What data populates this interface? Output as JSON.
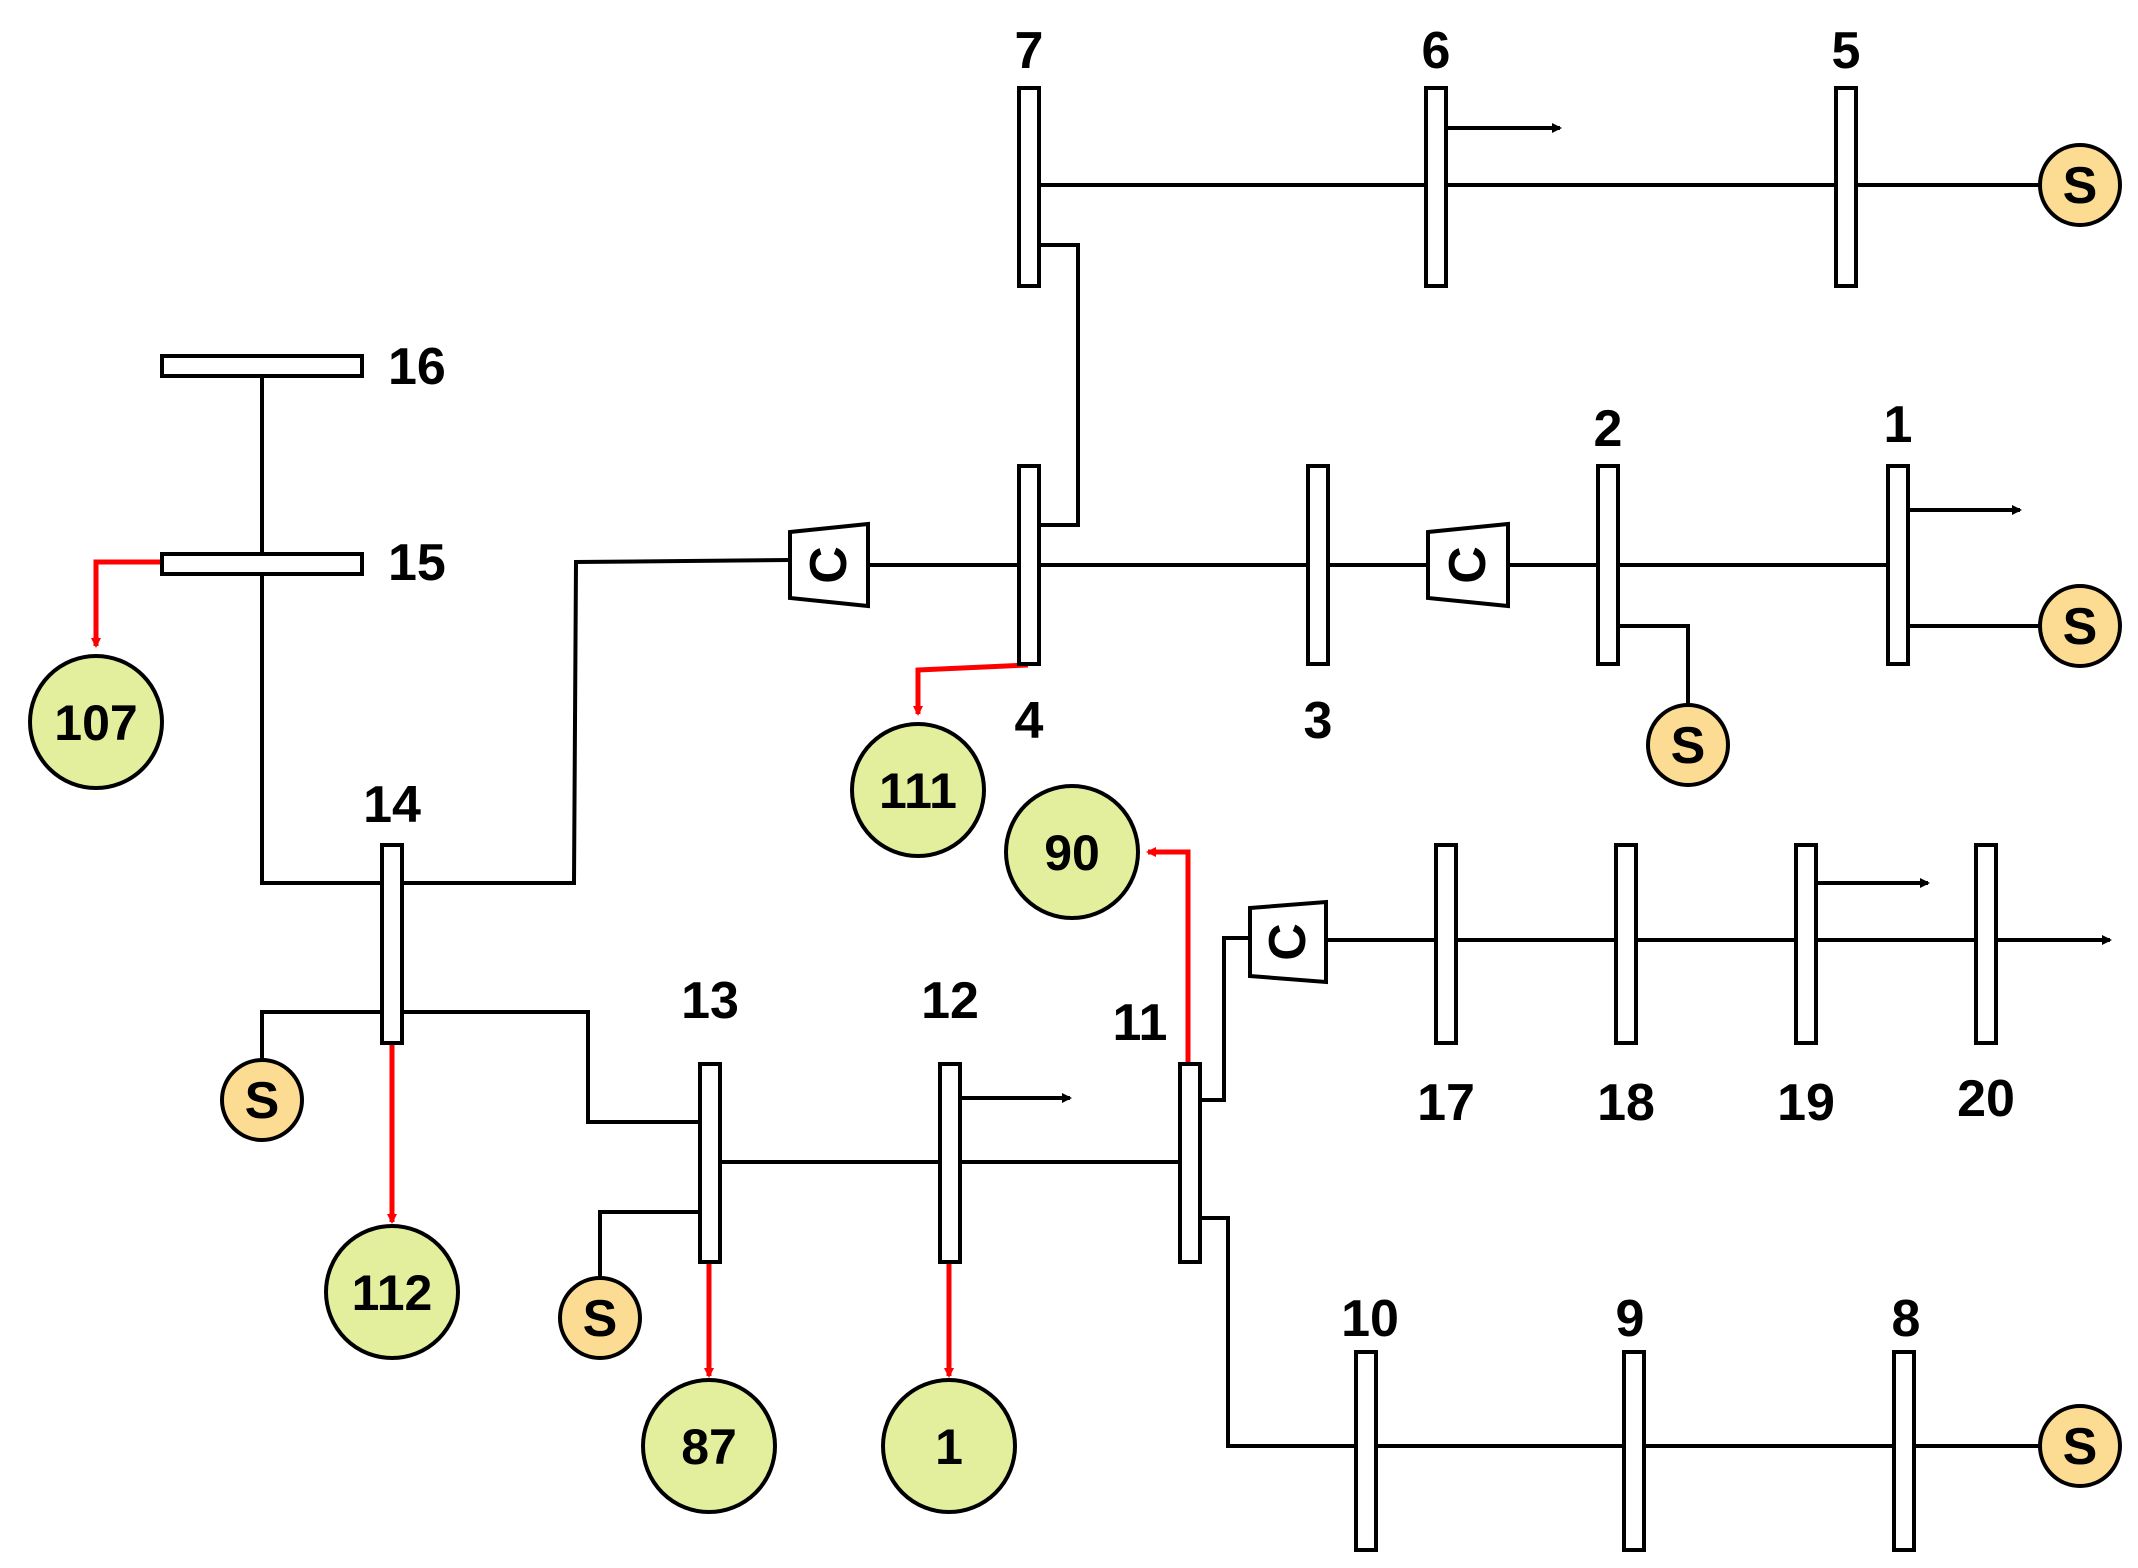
{
  "bus_labels": {
    "b1": "1",
    "b2": "2",
    "b3": "3",
    "b4": "4",
    "b5": "5",
    "b6": "6",
    "b7": "7",
    "b8": "8",
    "b9": "9",
    "b10": "10",
    "b11": "11",
    "b12": "12",
    "b13": "13",
    "b14": "14",
    "b15": "15",
    "b16": "16",
    "b17": "17",
    "b18": "18",
    "b19": "19",
    "b20": "20"
  },
  "source_label": "S",
  "compensator_label": "C",
  "external_nodes": {
    "n107": "107",
    "n111": "111",
    "n90": "90",
    "n112": "112",
    "n87": "87",
    "n1": "1"
  },
  "colors": {
    "tie_line": "#ff0000",
    "source_fill": "#fcdc93",
    "external_fill": "#e3ef9d",
    "wire": "#000000"
  }
}
